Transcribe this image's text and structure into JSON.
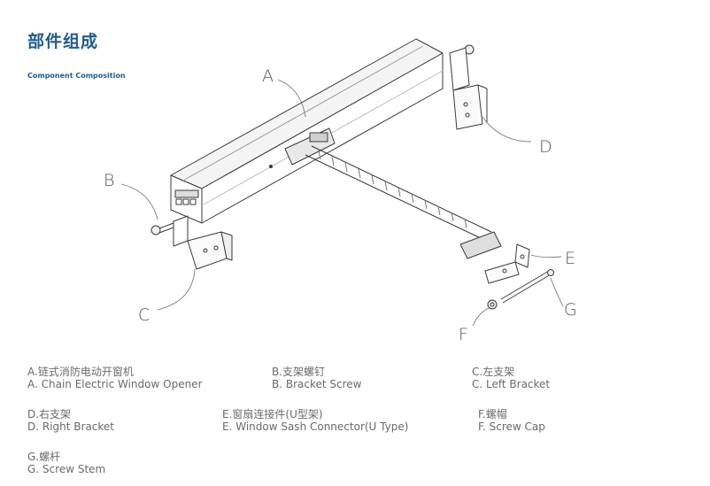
{
  "title": "部件组成",
  "subtitle": "Component Composition",
  "colors": {
    "accent": "#1f5d8c",
    "text": "#6a6a6a",
    "line": "#444444"
  },
  "callouts": [
    "A",
    "B",
    "C",
    "D",
    "E",
    "F",
    "G"
  ],
  "legend": [
    {
      "letter": "A",
      "zh": "A.链式消防电动开窗机",
      "en": "A. Chain Electric Window Opener"
    },
    {
      "letter": "B",
      "zh": "B.支架螺钉",
      "en": "B. Bracket Screw"
    },
    {
      "letter": "C",
      "zh": "C.左支架",
      "en": "C. Left Bracket"
    },
    {
      "letter": "D",
      "zh": "D.右支架",
      "en": "D. Right Bracket"
    },
    {
      "letter": "E",
      "zh": "E.窗扇连接件(U型架)",
      "en": "E. Window Sash Connector(U Type)"
    },
    {
      "letter": "F",
      "zh": "F.螺帽",
      "en": "F. Screw Cap"
    },
    {
      "letter": "G",
      "zh": "G.螺杆",
      "en": "G. Screw Stem"
    }
  ]
}
